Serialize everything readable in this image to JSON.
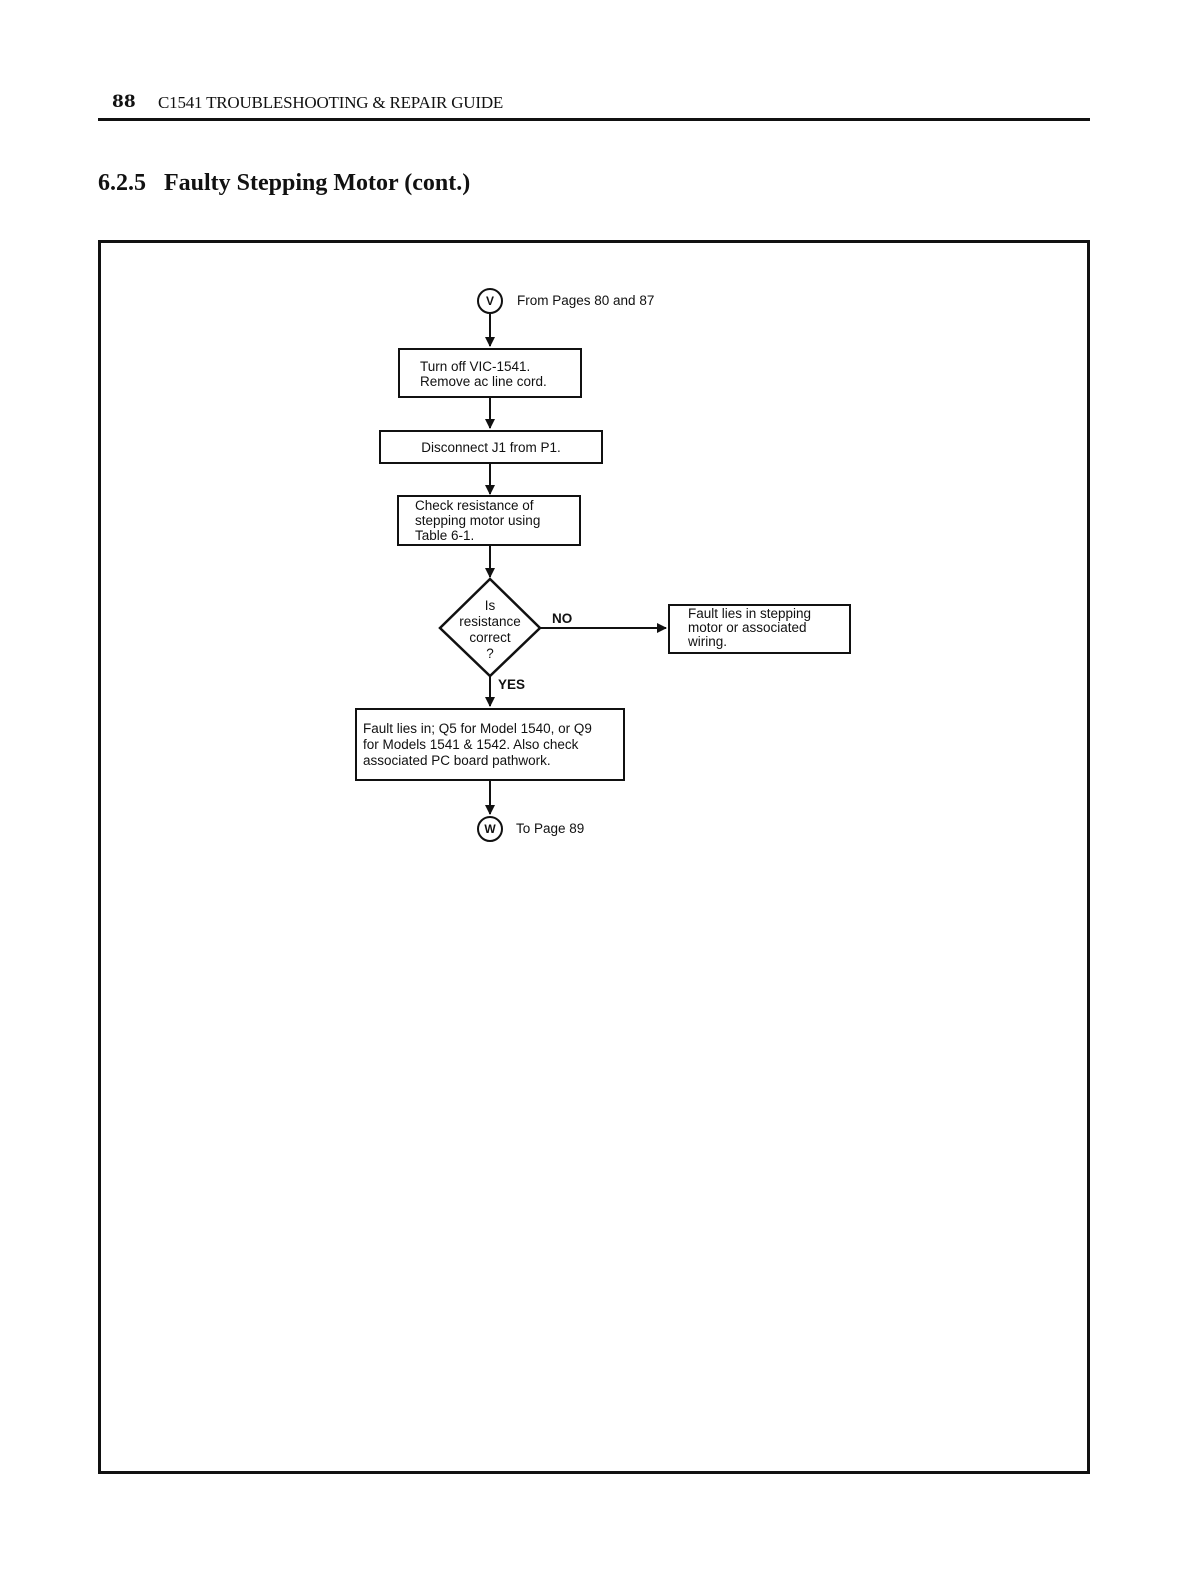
{
  "header": {
    "page_number": "88",
    "running_title": "C1541 TROUBLESHOOTING & REPAIR GUIDE"
  },
  "section": {
    "number": "6.2.5",
    "title": "Faulty Stepping Motor (cont.)"
  },
  "flowchart": {
    "start_connector": {
      "letter": "V",
      "note": "From Pages 80 and 87"
    },
    "step1": {
      "lines": [
        "Turn off VIC-1541.",
        "Remove ac line cord."
      ]
    },
    "step2": {
      "text": "Disconnect J1 from P1."
    },
    "step3": {
      "lines": [
        "Check resistance of",
        "stepping motor using",
        "Table 6-1."
      ]
    },
    "decision": {
      "lines": [
        "Is",
        "resistance",
        "correct",
        "?"
      ],
      "no_label": "NO",
      "yes_label": "YES"
    },
    "no_result": {
      "lines": [
        "Fault lies in stepping",
        "motor or associated",
        "wiring."
      ]
    },
    "yes_result": {
      "lines": [
        "Fault lies in; Q5 for Model 1540, or Q9",
        "for Models 1541 & 1542. Also check",
        "associated PC board pathwork."
      ]
    },
    "end_connector": {
      "letter": "W",
      "note": "To Page 89"
    }
  }
}
